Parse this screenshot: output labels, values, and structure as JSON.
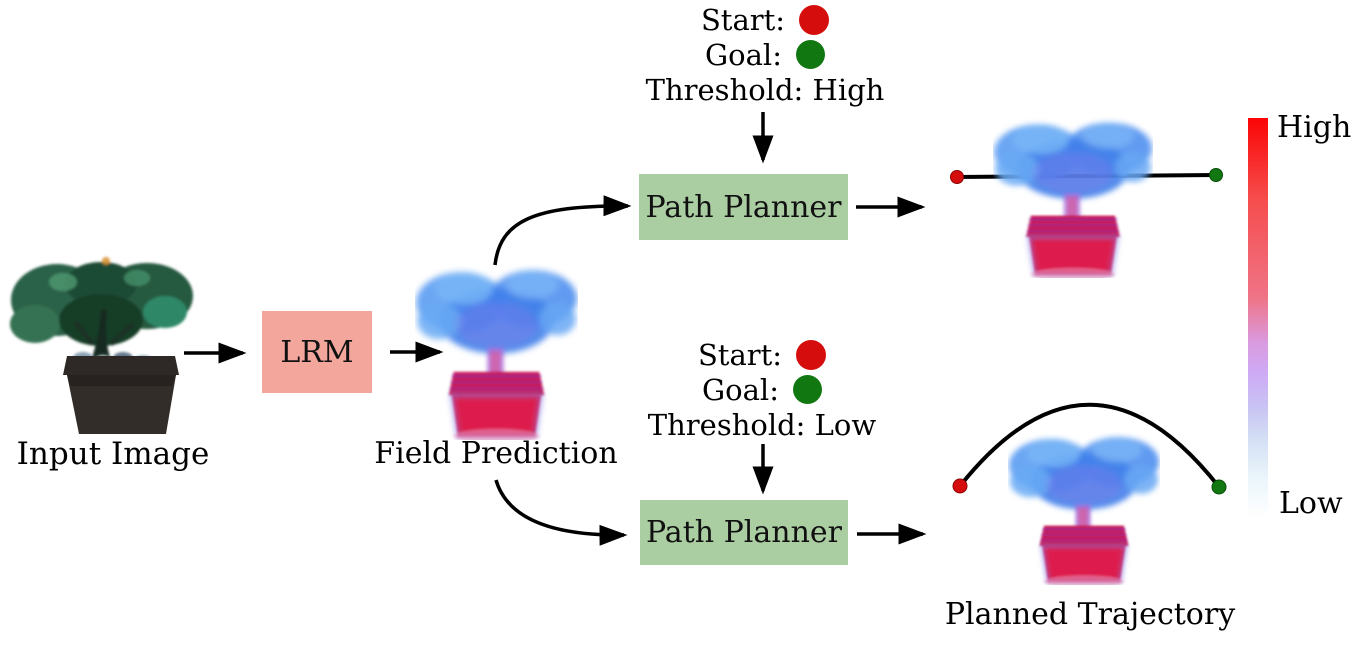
{
  "figure": {
    "input_image": {
      "label": "Input Image"
    },
    "lrm": {
      "label": "LRM"
    },
    "field_prediction": {
      "label": "Field Prediction"
    },
    "planner_top": {
      "label": "Path Planner"
    },
    "planner_bottom": {
      "label": "Path Planner"
    },
    "planned_trajectory": {
      "label": "Planned Trajectory"
    },
    "legend_top": {
      "start": "Start:",
      "goal": "Goal:",
      "threshold": "Threshold: High"
    },
    "legend_bottom": {
      "start": "Start:",
      "goal": "Goal:",
      "threshold": "Threshold: Low"
    },
    "colorbar": {
      "high": "High",
      "low": "Low"
    }
  },
  "colors": {
    "lrm_box": "#f2a69c",
    "planner_box": "#abcda2",
    "start_dot": "#d60d0d",
    "goal_dot": "#117711",
    "arrow": "#000000",
    "field_canopy": "#4f90f0",
    "field_pot": "#dd1f4e",
    "colorbar_top": "#fb0505",
    "colorbar_bottom": "#ffffff"
  }
}
